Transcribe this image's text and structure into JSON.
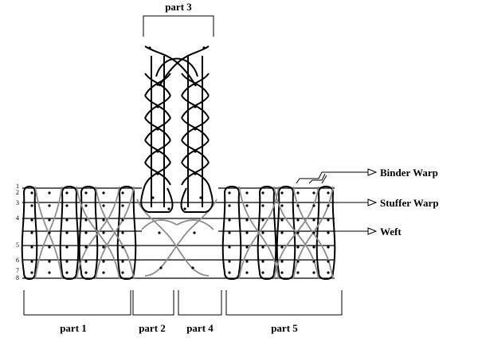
{
  "parts": {
    "part3": "part 3",
    "part1": "part 1",
    "part2": "part 2",
    "part4": "part 4",
    "part5": "part 5"
  },
  "legend": {
    "binder_warp": "Binder Warp",
    "stuffer_warp": "Stuffer Warp",
    "weft": "Weft"
  },
  "layer_numbers": [
    "1",
    "2",
    "3",
    "4",
    "5",
    "6",
    "7",
    "8"
  ],
  "colors": {
    "line": "#000000",
    "binder_gray": "#8c8c8c",
    "background": "#ffffff"
  }
}
